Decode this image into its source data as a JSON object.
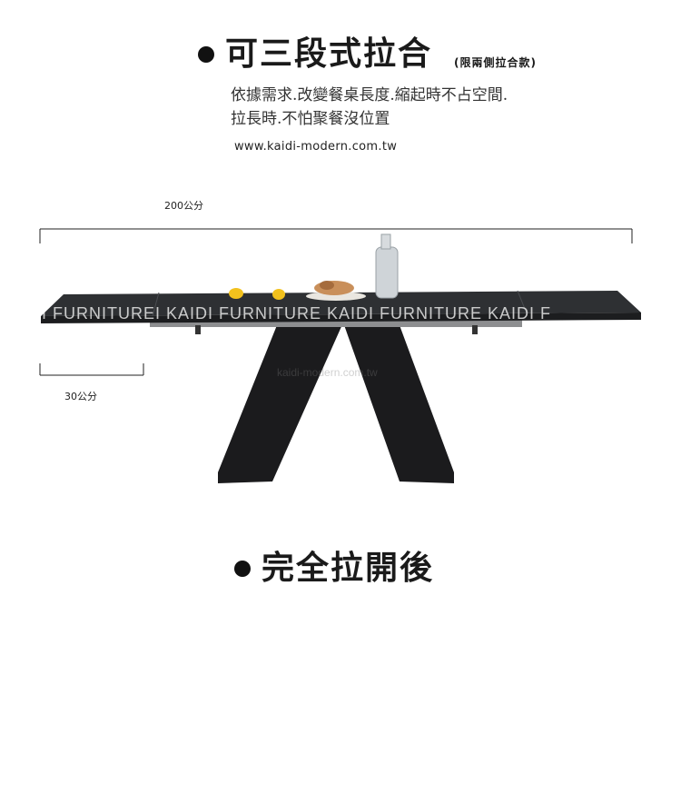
{
  "section1": {
    "title": "可三段式拉合",
    "note": "(限兩側拉合款)",
    "description_line1": "依據需求.改變餐桌長度.縮起時不占空間.",
    "description_line2": "拉長時.不怕聚餐沒位置",
    "website": "www.kaidi-modern.com.tw"
  },
  "dimensions": {
    "total_length_label": "200公分",
    "extension_length_label": "30公分"
  },
  "watermark": {
    "brand_line": "KAIDI   FURNITUREI   KAIDI   FURNITURE   KAIDI   FURNITURE   KAIDI   F",
    "url_line": "kaidi-modern.com.tw"
  },
  "section2": {
    "title": "完全拉開後"
  },
  "colors": {
    "tabletop": "#2e3033",
    "leg": "#1b1b1d",
    "rail": "#8d8e90",
    "lemon": "#f2c11d"
  }
}
